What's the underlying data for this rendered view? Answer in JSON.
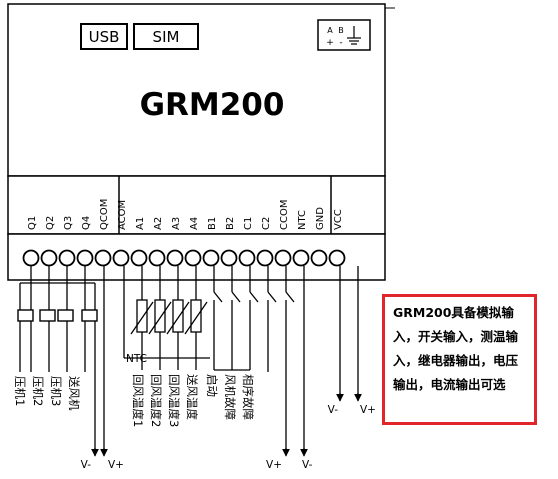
{
  "device": {
    "model": "GRM200",
    "usb_label": "USB",
    "sim_label": "SIM",
    "power_icon_labels": [
      "A",
      "B",
      "+",
      "-"
    ]
  },
  "terminals": [
    "Q1",
    "Q2",
    "Q3",
    "Q4",
    "QCOM",
    "ACOM",
    "A1",
    "A2",
    "A3",
    "A4",
    "B1",
    "B2",
    "C1",
    "C2",
    "CCOM",
    "NTC",
    "GND",
    "VCC"
  ],
  "wiring": {
    "ntc_tag": "NTC",
    "loads_vertical": [
      "压机1",
      "压机2",
      "压机3",
      "送风机"
    ],
    "sensors_vertical": [
      "回风温度1",
      "回风温度2",
      "回风温度3",
      "送风温度"
    ],
    "switches_vertical": [
      "启动",
      "风机故障",
      "相序故障"
    ],
    "supply_labels": {
      "left_minus": "V-",
      "left_plus": "V+",
      "mid_plus": "V+",
      "mid_minus": "V-",
      "right_minus": "V-",
      "right_plus": "V+"
    }
  },
  "callout": {
    "text": "GRM200具备模拟输入，开关输入，测温输入，继电器输出，电压输出，电流输出可选",
    "border_color": "#e1262b"
  }
}
